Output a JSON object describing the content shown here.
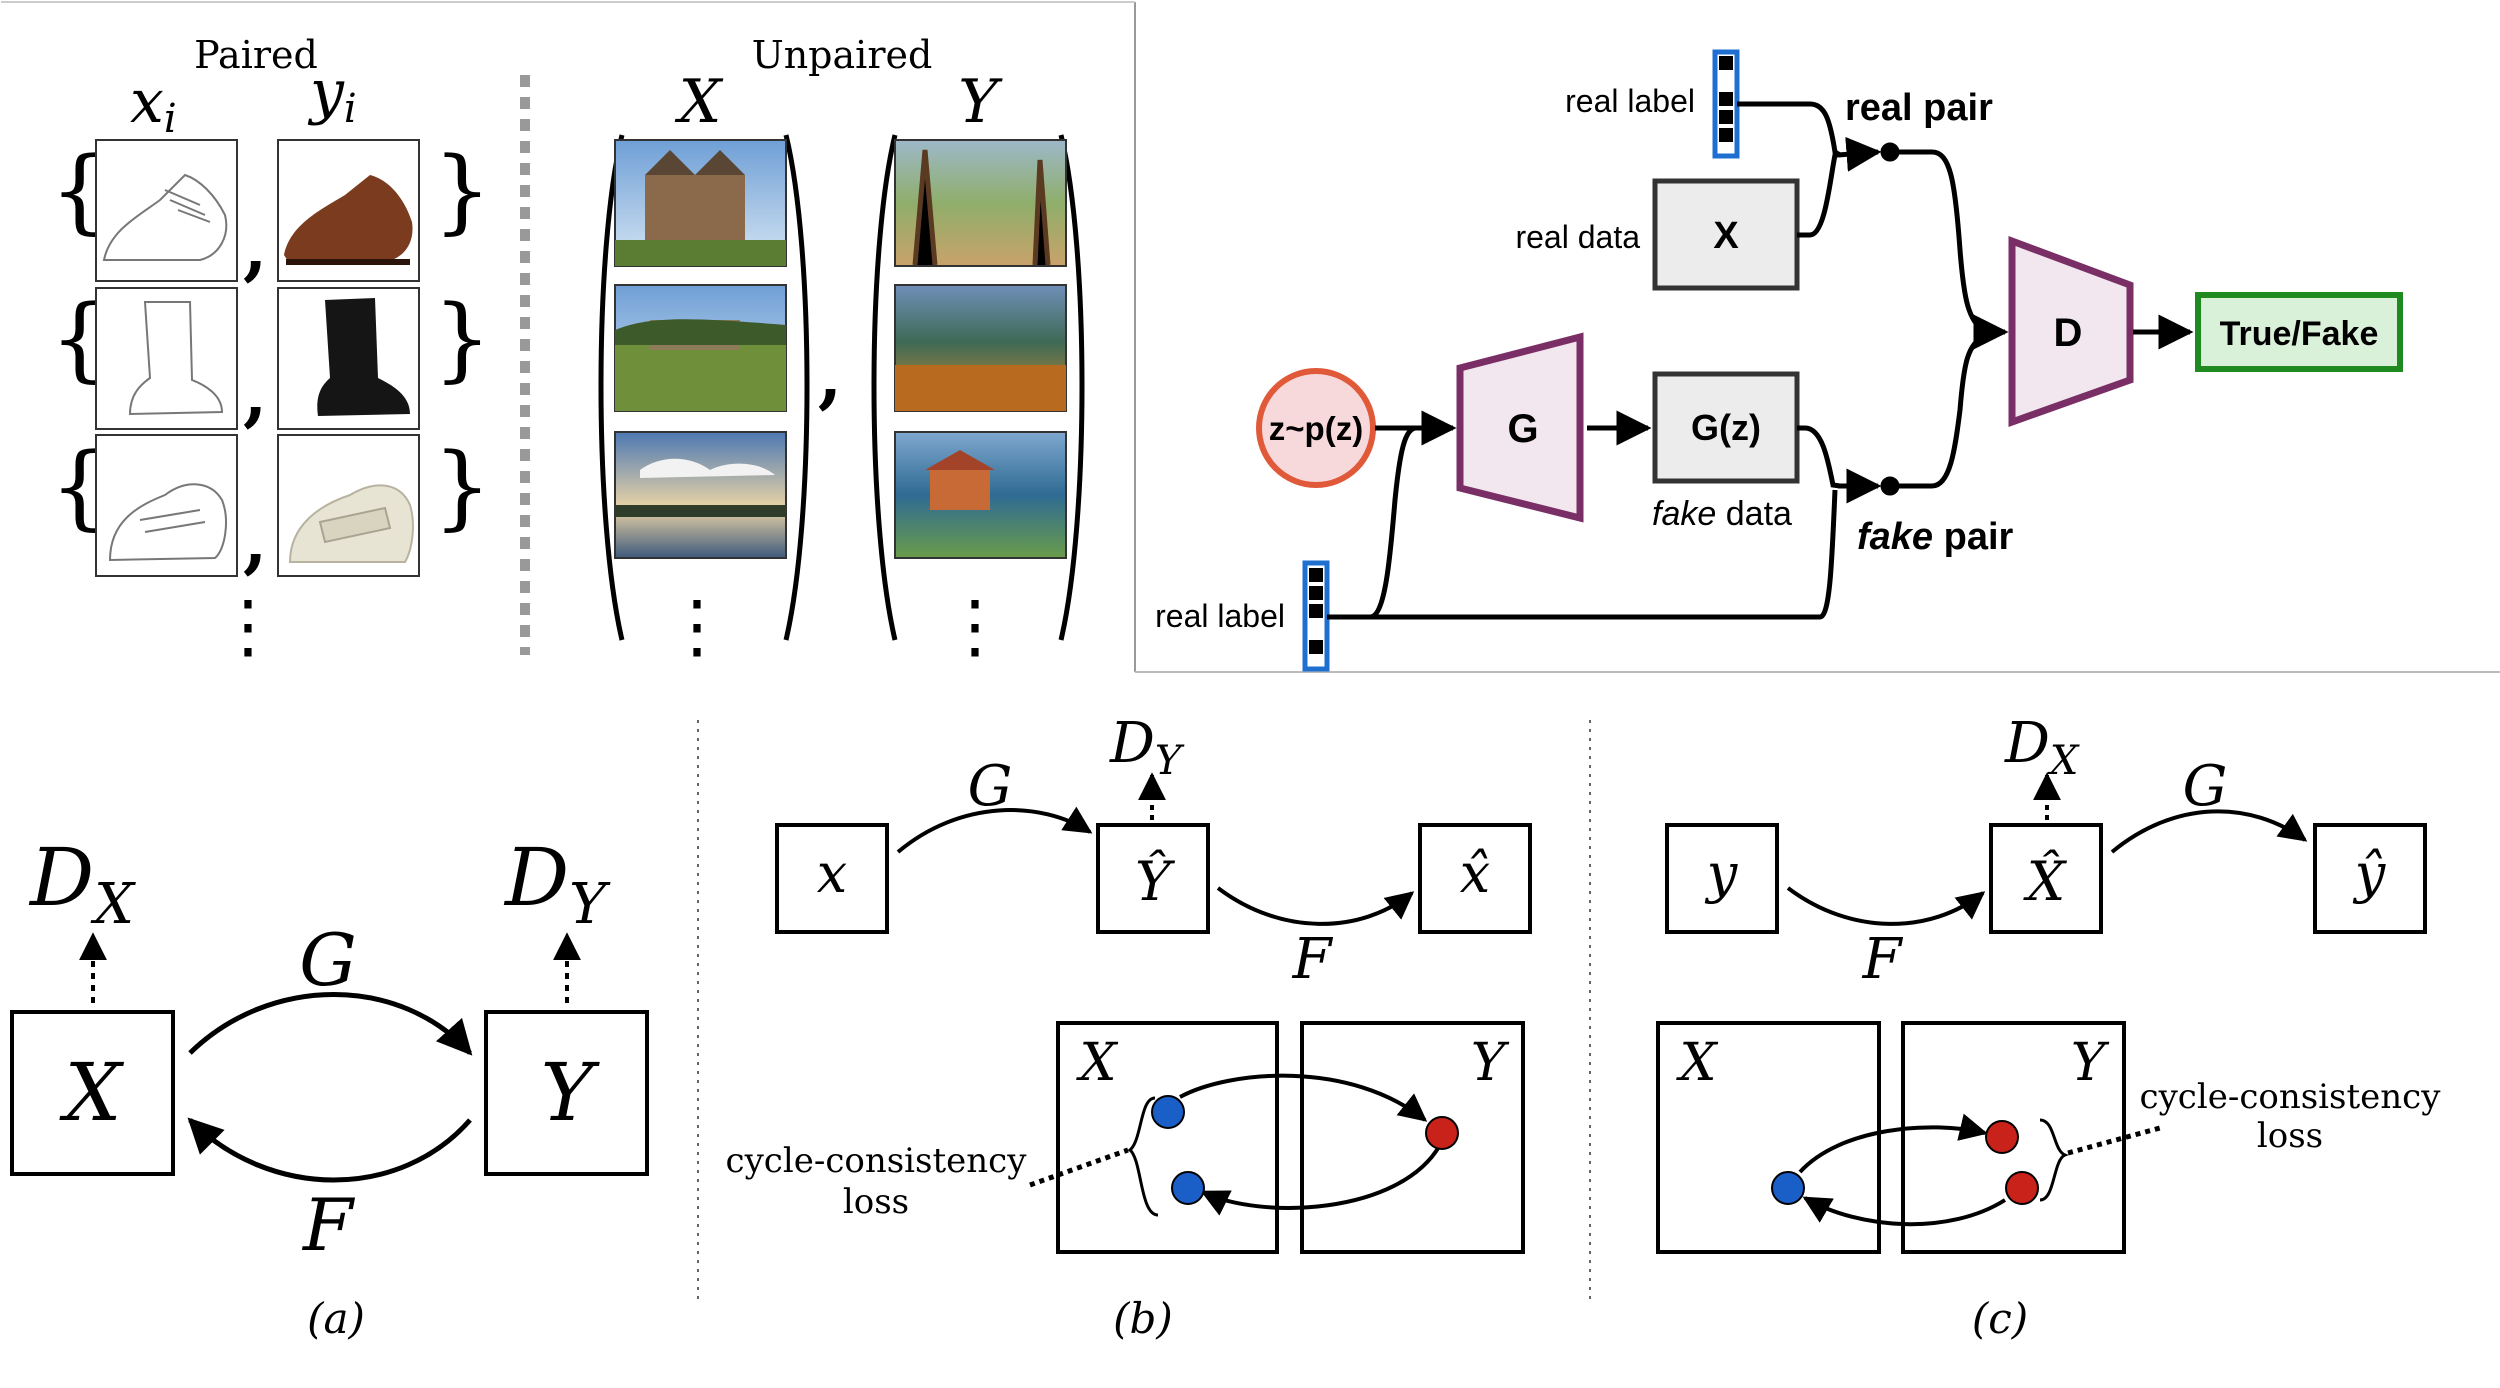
{
  "paired_panel": {
    "title": "Paired",
    "col_x": "x",
    "col_x_sub": "i",
    "col_y": "y",
    "col_y_sub": "i",
    "sketch_rows": [
      "oxford-shoe",
      "boot",
      "velcro-sneaker"
    ],
    "ellipsis": "⋮"
  },
  "unpaired_panel": {
    "title": "Unpaired",
    "set_x": "X",
    "set_y": "Y",
    "photos": [
      "chateau",
      "country-house",
      "river-sunset"
    ],
    "paintings": [
      "cezanne-landscape",
      "cezanne-field",
      "cezanne-house"
    ],
    "ellipsis": "⋮"
  },
  "cgan": {
    "real_label_top": "real label",
    "real_pair": "real pair",
    "real_data": "real data",
    "x_box": "X",
    "noise": "z~p(z)",
    "generator": "G",
    "gz_box": "G(z)",
    "fake_word": "fake",
    "data_word": " data",
    "discriminator": "D",
    "output": "True/Fake",
    "fake_pair_fake": "fake",
    "fake_pair_pair": " pair",
    "real_label_bottom": "real label",
    "colors": {
      "noise_fill": "#f7d9dc",
      "noise_stroke": "#e05a3a",
      "trapezoid_fill": "#f2e7ee",
      "trapezoid_stroke": "#7a2e66",
      "box_fill": "#ececec",
      "output_fill": "#d9f0d9",
      "output_stroke": "#1f8a1f",
      "label_stroke": "#1f6fd1"
    }
  },
  "cycle_a": {
    "dx": "D",
    "dx_sub": "X",
    "dy": "D",
    "dy_sub": "Y",
    "x": "X",
    "y": "Y",
    "g": "G",
    "f": "F",
    "caption": "(a)"
  },
  "cycle_b": {
    "dy": "D",
    "dy_sub": "Y",
    "g": "G",
    "f": "F",
    "x_box": "x",
    "yhat_box": "Ŷ",
    "xhat_box": "x̂",
    "domain_x": "X",
    "domain_y": "Y",
    "loss_line1": "cycle-consistency",
    "loss_line2": "loss",
    "caption": "(b)",
    "colors": {
      "blue": "#1a5fc8",
      "red": "#c8221a"
    }
  },
  "cycle_c": {
    "dx": "D",
    "dx_sub": "X",
    "g": "G",
    "f": "F",
    "y_box": "y",
    "xhat_box": "X̂",
    "yhat_box": "ŷ",
    "domain_x": "X",
    "domain_y": "Y",
    "loss_line1": "cycle-consistency",
    "loss_line2": "loss",
    "caption": "(c)",
    "colors": {
      "blue": "#1a5fc8",
      "red": "#c8221a"
    }
  }
}
